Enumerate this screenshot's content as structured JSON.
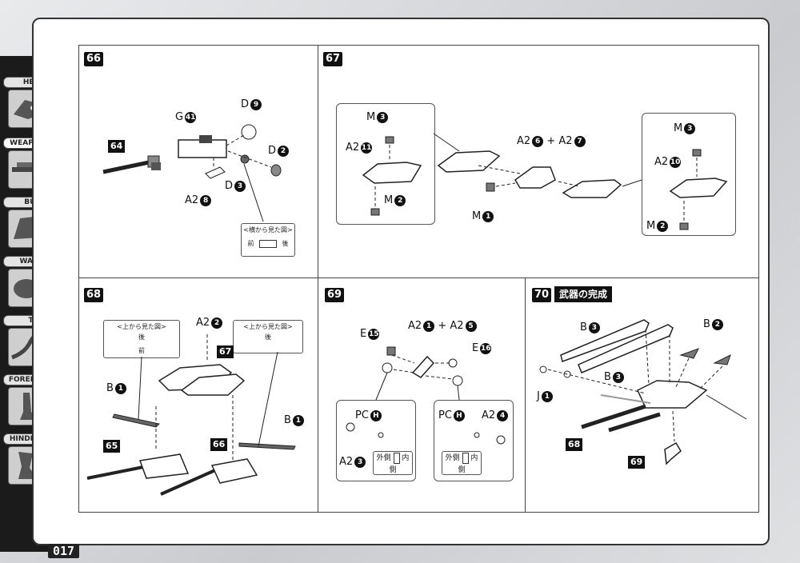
{
  "sidebar": {
    "items": [
      {
        "label": "HEAD",
        "active": false
      },
      {
        "label": "WEAPON",
        "active": true
      },
      {
        "label": "BUST",
        "active": false
      },
      {
        "label": "WAIST",
        "active": false
      },
      {
        "label": "TAIL",
        "active": false
      },
      {
        "label": "FORELEG",
        "active": false
      },
      {
        "label": "HINDLEG",
        "active": false
      }
    ]
  },
  "page_number": "017",
  "steps": {
    "s66": {
      "number": "66",
      "ref_step": "64",
      "labels": {
        "g": "G",
        "g_n": "41",
        "d_top": "D",
        "d_top_n": "9",
        "d_right": "D",
        "d_right_n": "2",
        "d_low": "D",
        "d_low_n": "3",
        "a2": "A2",
        "a2_n": "8"
      },
      "side_note": {
        "title": "<横から見た図>",
        "front": "前",
        "back": "後"
      }
    },
    "s67": {
      "number": "67",
      "center": {
        "a": "A2",
        "a_n": "6",
        "plus": "+",
        "b": "A2",
        "b_n": "7"
      },
      "m_bottom": {
        "l": "M",
        "n": "1"
      },
      "left_box": {
        "m_top": "M",
        "m_top_n": "3",
        "a2": "A2",
        "a2_n": "11",
        "m_bot": "M",
        "m_bot_n": "2"
      },
      "right_box": {
        "m_top": "M",
        "m_top_n": "3",
        "a2": "A2",
        "a2_n": "10",
        "m_bot": "M",
        "m_bot_n": "2"
      }
    },
    "s68": {
      "number": "68",
      "ref_step": "67",
      "ref_65": "65",
      "ref_66": "66",
      "a2": "A2",
      "a2_n": "2",
      "b_left": "B",
      "b_left_n": "1",
      "b_right": "B",
      "b_right_n": "1",
      "note_left": {
        "title": "<上から見た図>",
        "back": "後",
        "front": "前"
      },
      "note_right": {
        "title": "<上から見た図>",
        "back": "後"
      }
    },
    "s69": {
      "number": "69",
      "top": {
        "a": "A2",
        "a_n": "1",
        "plus": "+",
        "b": "A2",
        "b_n": "5"
      },
      "e_left": "E",
      "e_left_n": "15",
      "e_right": "E",
      "e_right_n": "16",
      "left_box": {
        "pc": "PC",
        "pc_n": "H",
        "a2": "A2",
        "a2_n": "3",
        "out": "外側",
        "in": "内側"
      },
      "right_box": {
        "pc": "PC",
        "pc_n": "H",
        "a2": "A2",
        "a2_n": "4",
        "out": "外側",
        "in": "内側"
      }
    },
    "s70": {
      "number": "70",
      "title": "武器の完成",
      "b3_top": "B",
      "b3_top_n": "3",
      "b3_mid": "B",
      "b3_mid_n": "3",
      "b2": "B",
      "b2_n": "2",
      "j": "J",
      "j_n": "1",
      "ref_68": "68",
      "ref_69": "69"
    }
  }
}
